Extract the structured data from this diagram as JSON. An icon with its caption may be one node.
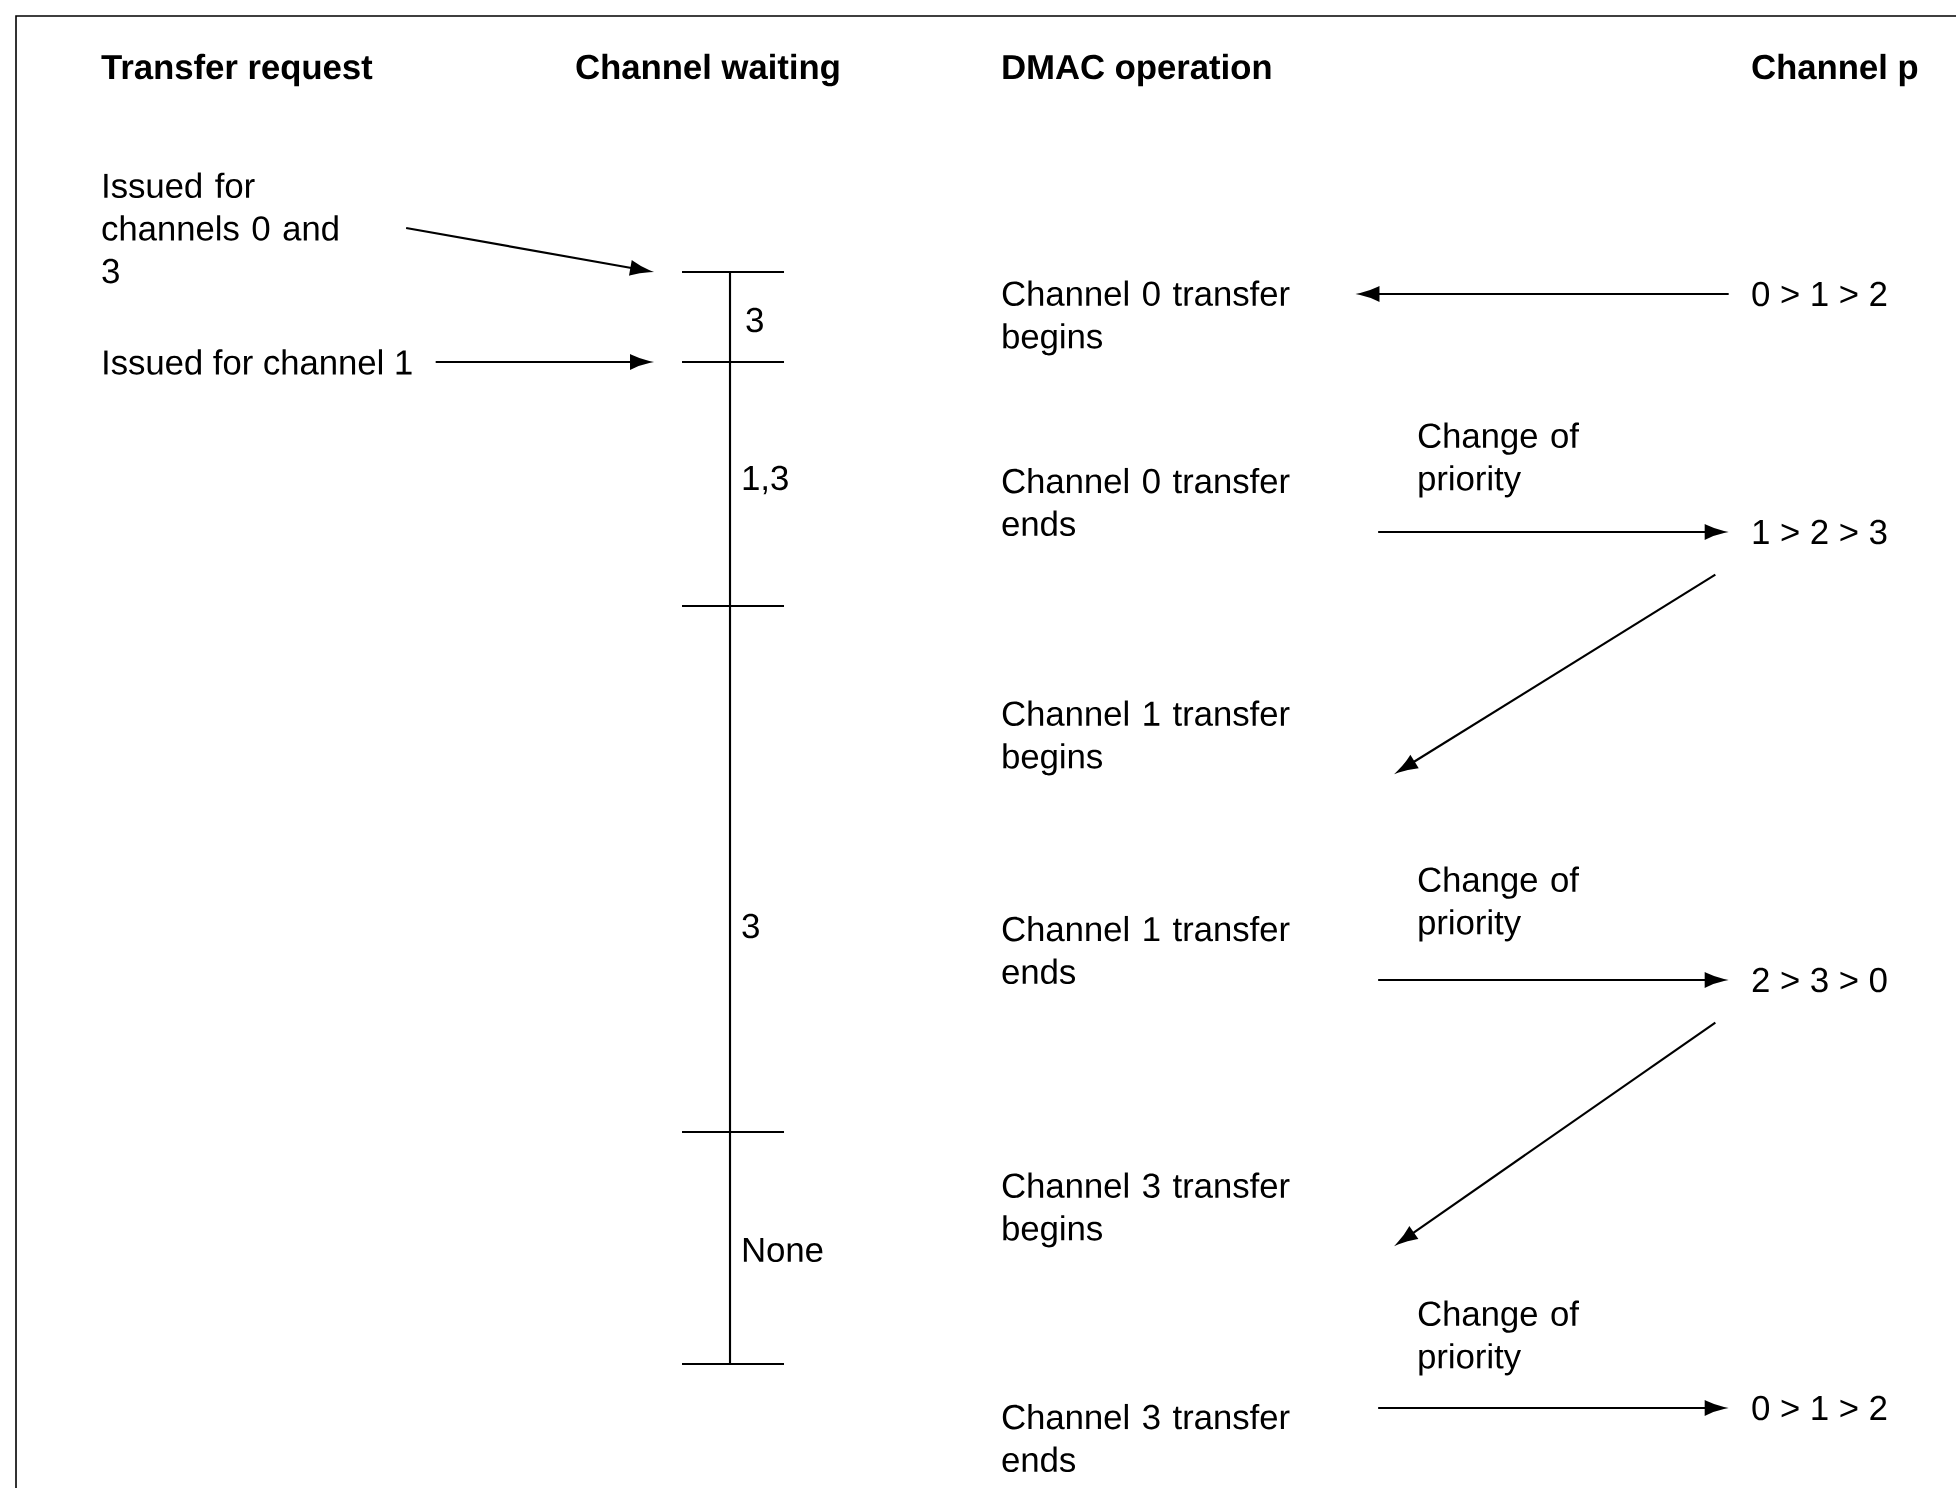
{
  "diagram": {
    "nodes": [
      {
        "text": [
          "Issued for channels 0 and 3"
        ]
      },
      {
        "text": [
          "Issued for channel 1"
        ]
      },
      {
        "text": [
          "Channel 0 transfer begins"
        ]
      },
      {
        "text": [
          "Channel 0 transfer ends"
        ]
      },
      {
        "text": [
          "Channel 1 transfer begins"
        ]
      },
      {
        "text": [
          "Channel 1 transfer ends"
        ]
      },
      {
        "text": [
          "Channel 3 transfer begins"
        ]
      },
      {
        "text": [
          "Channel 3 transfer ends"
        ]
      },
      {
        "text": [
          "0 > 1 > 2"
        ]
      },
      {
        "text": [
          "1 > 2 > 3"
        ]
      },
      {
        "text": [
          "2 > 3 > 0"
        ]
      },
      {
        "text": [
          "0 > 1 > 2"
        ]
      }
    ],
    "edges": [
      {
        "from": 0,
        "to": null,
        "arrow": "to"
      },
      {
        "from": 1,
        "to": null,
        "arrow": "to"
      },
      {
        "from": 8,
        "to": 2,
        "arrow": "to"
      },
      {
        "from": 3,
        "to": 9,
        "arrow": "to",
        "label": "Change of priority"
      },
      {
        "from": 9,
        "to": 4,
        "arrow": "to"
      },
      {
        "from": 5,
        "to": 10,
        "arrow": "to",
        "label": "Change of priority"
      },
      {
        "from": 10,
        "to": 6,
        "arrow": "to"
      },
      {
        "from": 7,
        "to": 11,
        "arrow": "to",
        "label": "Change of priority"
      }
    ],
    "labels": [
      "Transfer request",
      "Channel waiting",
      "DMAC operation",
      "Channel p",
      "3",
      "1,3",
      "3",
      "None"
    ]
  }
}
